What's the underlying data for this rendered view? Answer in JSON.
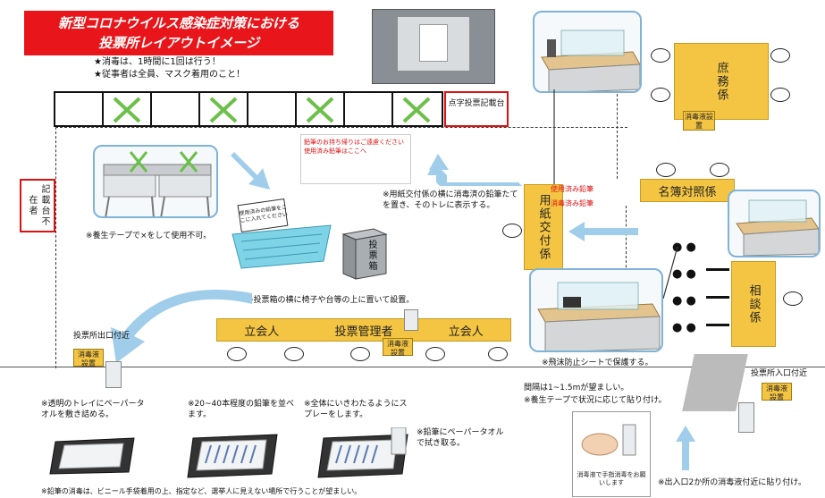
{
  "header": {
    "title_line1": "新型コロナウイルス感染症対策における",
    "title_line2": "投票所レイアウトイメージ"
  },
  "notes": {
    "line1": "★消毒は、1時間に1回は行う！",
    "line2": "★従事者は全員、マスク着用のこと！"
  },
  "booths": {
    "corner_label": "点字投票記載台",
    "side_label": "記載台不在者",
    "tape_caption": "※養生テープで×をして使用不可。"
  },
  "ballot_box": {
    "label": "投票箱",
    "caption": "※投票箱の横に椅子や台等の上に置いて設置。",
    "basket_note": "使用済みの鉛筆をここに入れてください"
  },
  "pencil_notice": {
    "line1": "鉛筆のお持ち帰りはご遠慮ください",
    "line2": "使用済み鉛筆はここへ"
  },
  "pencil_caption": "※用紙交付係の横に消毒済の鉛筆たてを置き、そのトレに表示する。",
  "desks": {
    "witness_left": "立会人",
    "manager": "投票管理者",
    "witness_right": "立会人",
    "general_affairs": "庶務係",
    "roster": "名簿対照係",
    "paper_issue": "用紙交付係",
    "consultation": "相談係"
  },
  "badges": {
    "sanitizer": "消毒液設置",
    "used_pencil": "使用済み鉛筆",
    "clean_pencil": "消毒済み鉛筆"
  },
  "captions": {
    "exit_area": "投票所出口付近",
    "entrance_area": "投票所入口付近",
    "splash_sheet": "※飛沫防止シートで保護する。",
    "distance": "間隔は1~1.5mが望ましい。",
    "floor_tape": "※養生テープで状況に応じて貼り付け。",
    "hand_notice": "消毒液で手指消毒をお願いします",
    "entrance_sign": "※出入口2か所の消毒液付近に貼り付け。"
  },
  "steps": {
    "step1": "※透明のトレイにペーパータオルを敷き詰める。",
    "step2": "※20~40本程度の鉛筆を並べます。",
    "step3": "※全体にいきわたるようにスプレーをします。",
    "step4": "※鉛筆にペーパータオルで拭き取る。",
    "footer": "※鉛筆の消毒は、ビニール手袋着用の上、指定など、選挙人に見えない場所で行うことが望ましい。"
  }
}
